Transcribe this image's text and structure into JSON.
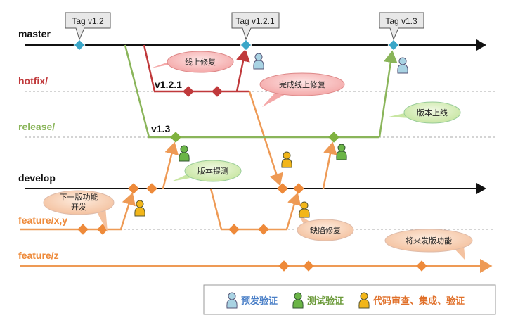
{
  "branches": {
    "master": "master",
    "hotfix": "hotfix/",
    "release": "release/",
    "develop": "develop",
    "feature_xy": "feature/x,y",
    "feature_z": "feature/z"
  },
  "tags": [
    "Tag v1.2",
    "Tag v1.2.1",
    "Tag v1.3"
  ],
  "versions": {
    "hotfix": "v1.2.1",
    "release": "v1.3"
  },
  "bubbles": {
    "hotfix_start": "线上修复",
    "hotfix_done": "完成线上修复",
    "release_live": "版本上线",
    "submit_test": "版本提测",
    "next_feature_1": "下一版功能",
    "next_feature_2": "开发",
    "bug_fix": "缺陷修复",
    "future_feature": "将来发版功能"
  },
  "legend": {
    "pre_release": "预发验证",
    "testing": "测试验证",
    "code_review": "代码审查、集成、验证"
  },
  "colors": {
    "master": "#111111",
    "hotfix": "#c0393b",
    "release": "#8ab55a",
    "feature": "#ee9a55",
    "tag_diamond": "#3aa6c8",
    "pre_release_person": "#a9d3e3",
    "testing_person": "#6bb547",
    "review_person": "#f2b619"
  }
}
